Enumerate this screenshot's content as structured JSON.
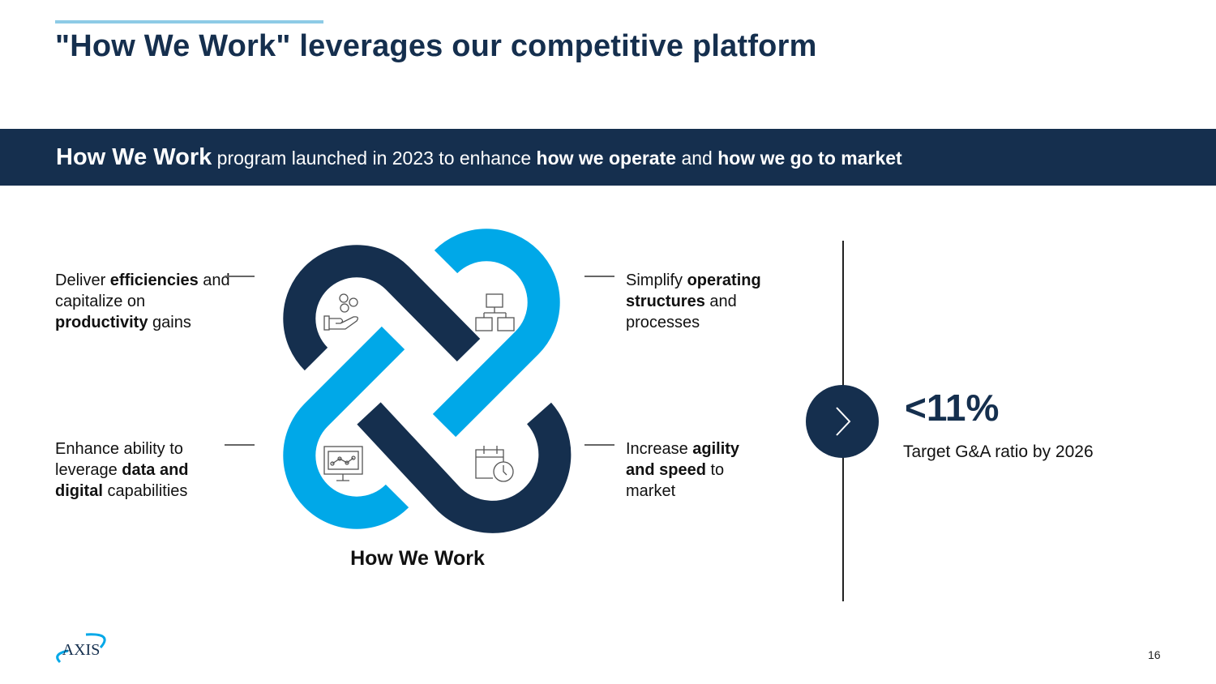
{
  "header": {
    "title": "\"How We Work\" leverages our competitive platform"
  },
  "banner": {
    "lead": "How We Work",
    "text_1": " program launched in 2023 to enhance ",
    "bold_1": "how we operate",
    "text_2": " and ",
    "bold_2": "how we go to market"
  },
  "bullets": [
    {
      "pre": "Deliver ",
      "bold": "efficiencies",
      "mid": " and capitalize on ",
      "bold2": "productivity",
      "post": " gains",
      "icon": "hand-coins-icon"
    },
    {
      "pre": "Simplify ",
      "bold": "operating structures",
      "mid": " and processes",
      "bold2": "",
      "post": "",
      "icon": "org-chart-icon"
    },
    {
      "pre": "Enhance ability to leverage ",
      "bold": "data and digital",
      "mid": " capabilities",
      "bold2": "",
      "post": "",
      "icon": "monitor-chart-icon"
    },
    {
      "pre": "Increase ",
      "bold": "agility and speed",
      "mid": " to market",
      "bold2": "",
      "post": "",
      "icon": "calendar-clock-icon"
    }
  ],
  "knot": {
    "caption": "How We Work",
    "colors": {
      "dark": "#152f4e",
      "light": "#00a8e8"
    }
  },
  "stat": {
    "value": "<11%",
    "label": "Target G&A ratio by 2026"
  },
  "footer": {
    "logo_text": "AXIS",
    "page_number": "16"
  }
}
